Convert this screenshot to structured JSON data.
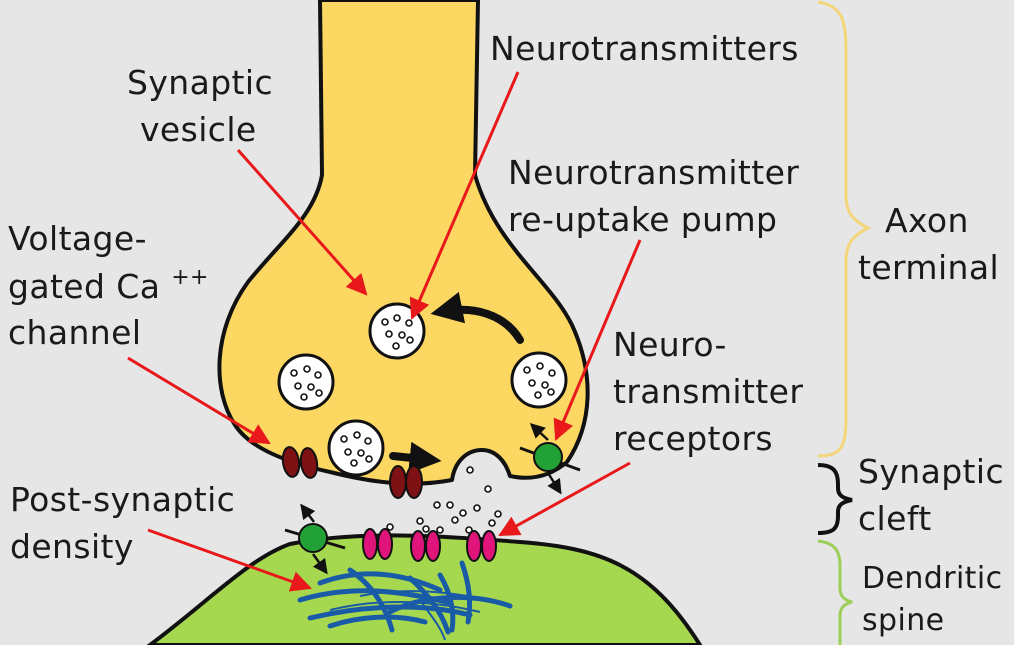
{
  "labels": {
    "neurotransmitters": "Neurotransmitters",
    "synaptic_vesicle": [
      "Synaptic",
      "vesicle"
    ],
    "reuptake_pump": [
      "Neurotransmitter",
      "re-uptake pump"
    ],
    "voltage_channel": [
      "Voltage-",
      "gated Ca",
      "channel"
    ],
    "voltage_channel_superscript": "++",
    "receptors": [
      "Neuro-",
      "transmitter",
      "receptors"
    ],
    "post_synaptic": [
      "Post-synaptic",
      "density"
    ],
    "axon_terminal": [
      "Axon",
      "terminal"
    ],
    "synaptic_cleft": [
      "Synaptic",
      "cleft"
    ],
    "dendritic_spine": [
      "Dendritic",
      "spine"
    ]
  },
  "colors": {
    "background": "#e6e6e6",
    "axon_fill": "#fcd862",
    "dendrite_fill": "#a6d84f",
    "outline": "#111111",
    "pointer_arrow": "#e8181b",
    "axon_bracket": "#f3d57a",
    "cleft_bracket": "#111111",
    "spine_bracket": "#9ccf57",
    "vesicle_fill": "#ffffff",
    "calcium_channel": "#7d1114",
    "receptor": "#e0157c",
    "reuptake_pump": "#22a236",
    "density_filaments": "#1a5ba8"
  }
}
